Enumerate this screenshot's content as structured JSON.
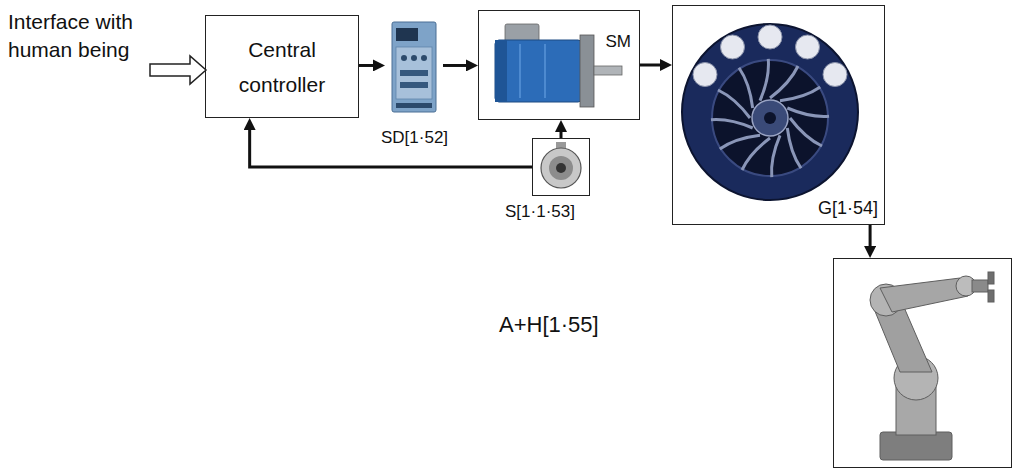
{
  "diagram": {
    "nodes": [
      {
        "text": [
          "Central controller"
        ]
      },
      {
        "text": [
          "SD[1·52]"
        ]
      },
      {
        "text": [
          "SM"
        ]
      },
      {
        "text": [
          "G[1·54]"
        ]
      },
      {
        "text": [
          "S[1·1·53]"
        ]
      },
      {
        "text": [
          "A+H[1·55]"
        ]
      }
    ],
    "edges": [
      {
        "from": 0,
        "to": 1,
        "arrow": "to"
      },
      {
        "from": 1,
        "to": 2,
        "arrow": "to"
      },
      {
        "from": 2,
        "to": 3,
        "arrow": "to"
      },
      {
        "from": 3,
        "to": 5,
        "arrow": "to"
      },
      {
        "from": 4,
        "to": 2,
        "arrow": "to"
      },
      {
        "from": 4,
        "to": 0,
        "arrow": "to"
      }
    ],
    "labels": [
      "Interface with human being"
    ]
  }
}
